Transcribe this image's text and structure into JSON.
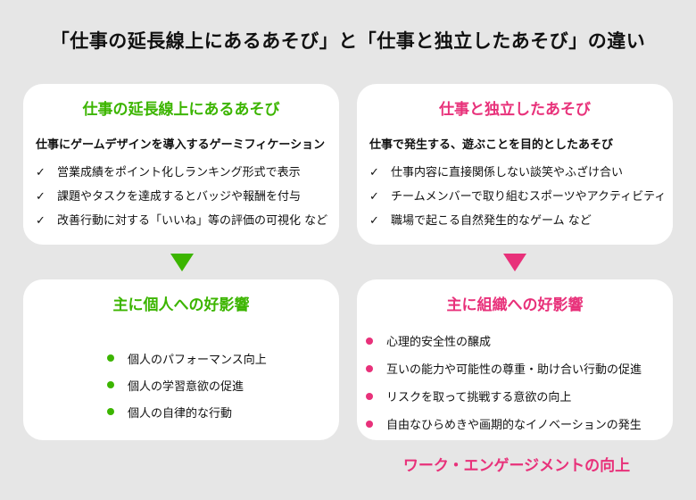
{
  "title": "「仕事の延長線上にあるあそび」と「仕事と独立したあそび」の違い",
  "left": {
    "heading": "仕事の延長線上にあるあそび",
    "subtitle": "仕事にゲームデザインを導入するゲーミフィケーション",
    "items": [
      "営業成績をポイント化しランキング形式で表示",
      "課題やタスクを達成するとバッジや報酬を付与",
      "改善行動に対する「いいね」等の評価の可視化 など"
    ],
    "effect_heading": "主に個人への好影響",
    "effects": [
      "個人のパフォーマンス向上",
      "個人の学習意欲の促進",
      "個人の自律的な行動"
    ]
  },
  "right": {
    "heading": "仕事と独立したあそび",
    "subtitle": "仕事で発生する、遊ぶことを目的としたあそび",
    "items": [
      "仕事内容に直接関係しない談笑やふざけ合い",
      "チームメンバーで取り組むスポーツやアクティビティ",
      "職場で起こる自然発生的なゲーム など"
    ],
    "effect_heading": "主に組織への好影響",
    "effects": [
      "心理的安全性の醸成",
      "互いの能力や可能性の尊重・助け合い行動の促進",
      "リスクを取って挑戦する意欲の向上",
      "自由なひらめきや画期的なイノベーションの発生"
    ]
  },
  "check_mark": "✓",
  "footer": "ワーク・エンゲージメントの向上",
  "colors": {
    "green": "#3cb500",
    "pink": "#e8317a",
    "background": "#e6e6e6",
    "card": "#ffffff"
  }
}
